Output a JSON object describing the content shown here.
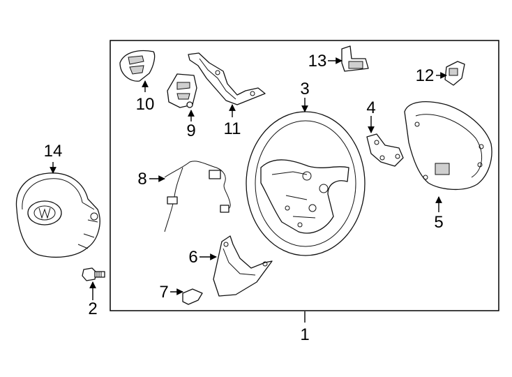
{
  "diagram": {
    "callouts": [
      "1",
      "2",
      "3",
      "4",
      "5",
      "6",
      "7",
      "8",
      "9",
      "10",
      "11",
      "12",
      "13",
      "14"
    ]
  }
}
